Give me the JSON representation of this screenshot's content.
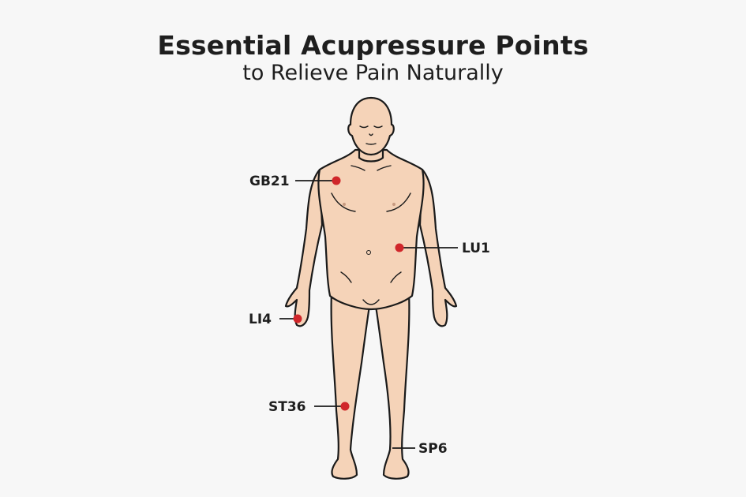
{
  "header": {
    "title": "Essential Acupressure Points",
    "subtitle": "to Relieve Pain Naturally"
  },
  "colors": {
    "background": "#f7f7f7",
    "skin": "#f5d3b8",
    "outline": "#1a1a1a",
    "point": "#d0262a",
    "text": "#1e1e1e"
  },
  "points": [
    {
      "id": "GB21",
      "label": "GB21",
      "location": "shoulder",
      "side": "left"
    },
    {
      "id": "LU1",
      "label": "LU1",
      "location": "chest/torso side",
      "side": "right"
    },
    {
      "id": "LI4",
      "label": "LI4",
      "location": "hand",
      "side": "left"
    },
    {
      "id": "ST36",
      "label": "ST36",
      "location": "lower leg below knee",
      "side": "left"
    },
    {
      "id": "SP6",
      "label": "SP6",
      "location": "inner ankle",
      "side": "right"
    }
  ]
}
